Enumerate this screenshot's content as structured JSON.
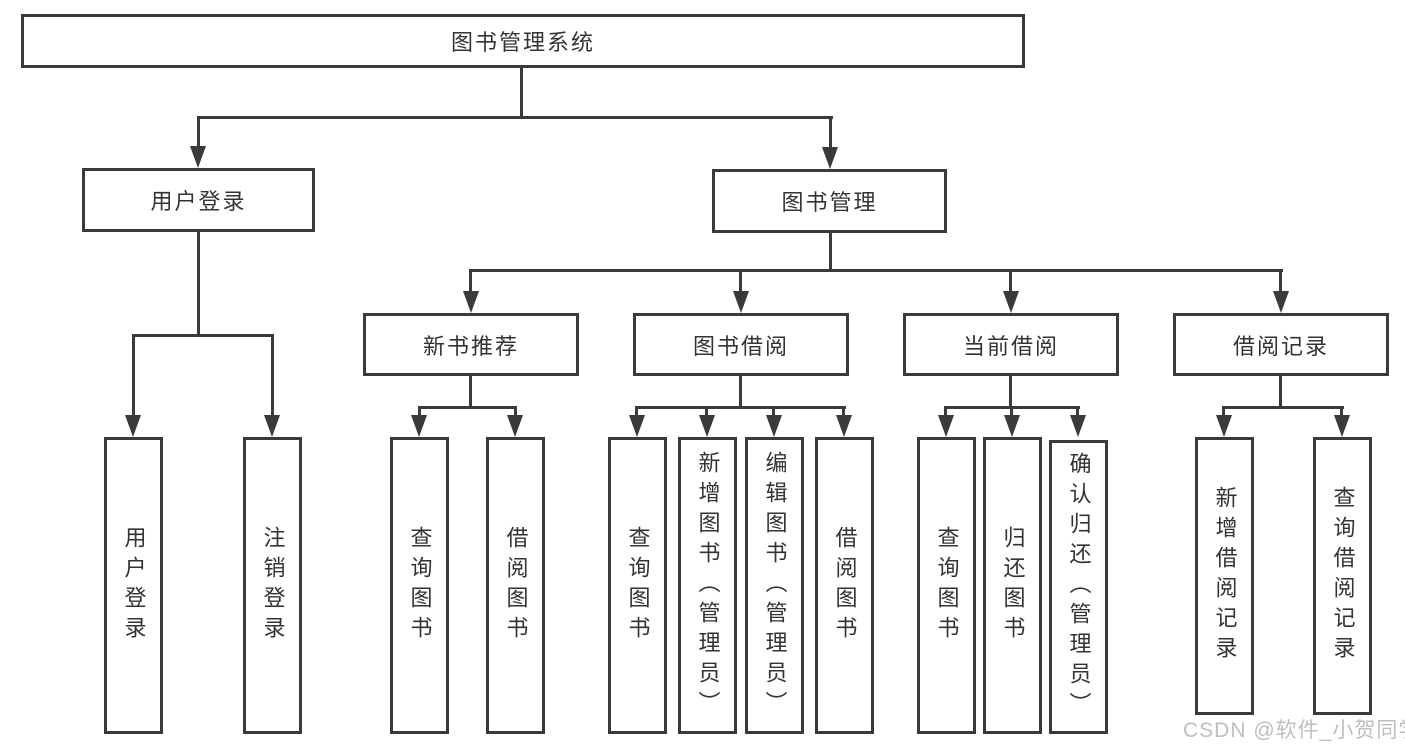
{
  "tree": {
    "label": "图书管理系统",
    "children": [
      {
        "label": "用户登录",
        "children": [
          {
            "label": "用户登录"
          },
          {
            "label": "注销登录"
          }
        ]
      },
      {
        "label": "图书管理",
        "children": [
          {
            "label": "新书推荐",
            "children": [
              {
                "label": "查询图书"
              },
              {
                "label": "借阅图书"
              }
            ]
          },
          {
            "label": "图书借阅",
            "children": [
              {
                "label": "查询图书"
              },
              {
                "label": "新增图书（管理员）"
              },
              {
                "label": "编辑图书（管理员）"
              },
              {
                "label": "借阅图书"
              }
            ]
          },
          {
            "label": "当前借阅",
            "children": [
              {
                "label": "查询图书"
              },
              {
                "label": "归还图书"
              },
              {
                "label": "确认归还（管理员）"
              }
            ]
          },
          {
            "label": "借阅记录",
            "children": [
              {
                "label": "新增借阅记录"
              },
              {
                "label": "查询借阅记录"
              }
            ]
          }
        ]
      }
    ]
  },
  "watermark": {
    "text": "CSDN @软件_小贺同学"
  },
  "colors": {
    "line": "#3a3a3a",
    "text": "#333333",
    "background": "#ffffff",
    "watermark_gray": "#b8b8b8"
  }
}
